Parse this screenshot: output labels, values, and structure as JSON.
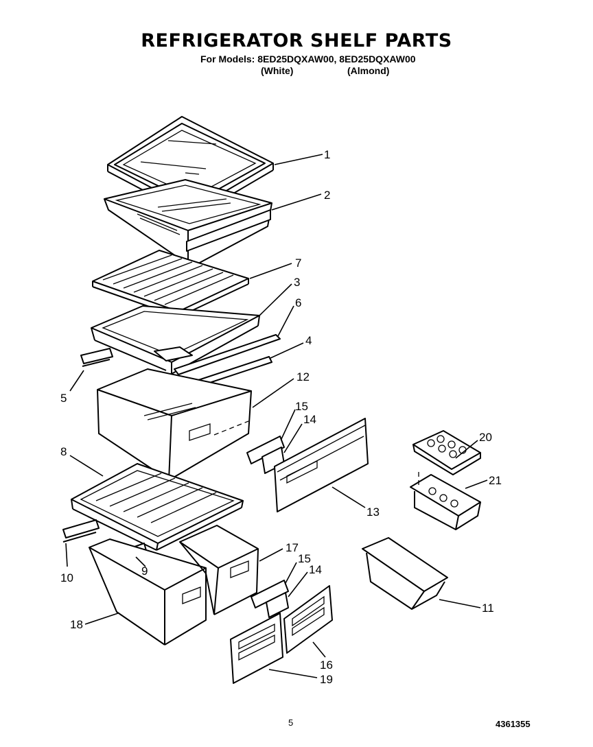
{
  "title": "REFRIGERATOR SHELF PARTS",
  "models_line": "For Models: 8ED25DQXAW00, 8ED25DQXAW00",
  "variant_white": "(White)",
  "variant_almond": "(Almond)",
  "page_number": "5",
  "document_number": "4361355",
  "callouts": [
    "1",
    "2",
    "7",
    "3",
    "6",
    "4",
    "5",
    "12",
    "15",
    "14",
    "8",
    "13",
    "20",
    "21",
    "10",
    "9",
    "17",
    "15",
    "14",
    "11",
    "18",
    "16",
    "19"
  ]
}
